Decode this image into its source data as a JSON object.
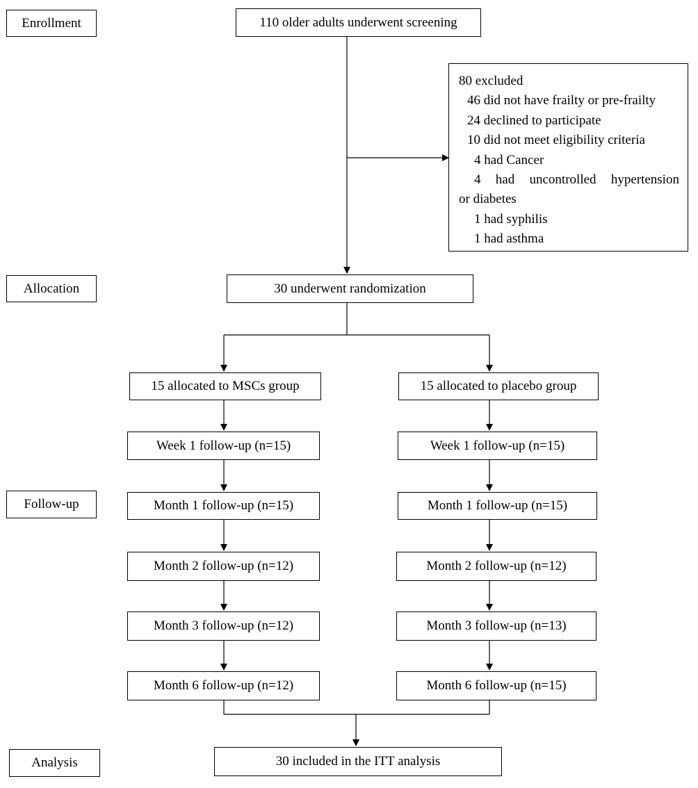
{
  "stages": {
    "enrollment": "Enrollment",
    "allocation": "Allocation",
    "followup": "Follow-up",
    "analysis": "Analysis"
  },
  "screening": "110 older adults underwent screening",
  "excluded": {
    "title": "80 excluded",
    "no_frailty": "46 did not have frailty or pre-frailty",
    "declined": "24 declined to participate",
    "not_eligible": "10 did not meet eligibility criteria",
    "cancer": "4 had Cancer",
    "uncontrolled_words": [
      "4",
      "had",
      "uncontrolled",
      "hypertension"
    ],
    "uncontrolled_cont": "or diabetes",
    "syphilis": "1 had syphilis",
    "asthma": "1 had asthma"
  },
  "randomization": "30 underwent randomization",
  "msc": {
    "allocated": "15 allocated to MSCs group",
    "week1": "Week 1 follow-up (n=15)",
    "month1": "Month 1 follow-up (n=15)",
    "month2": "Month 2 follow-up (n=12)",
    "month3": "Month 3 follow-up (n=12)",
    "month6": "Month 6 follow-up (n=12)"
  },
  "placebo": {
    "allocated": "15 allocated to placebo group",
    "week1": "Week 1 follow-up (n=15)",
    "month1": "Month 1 follow-up (n=15)",
    "month2": "Month 2 follow-up (n=12)",
    "month3": "Month 3 follow-up (n=13)",
    "month6": "Month 6 follow-up (n=15)"
  },
  "itt": "30 included in the ITT analysis"
}
